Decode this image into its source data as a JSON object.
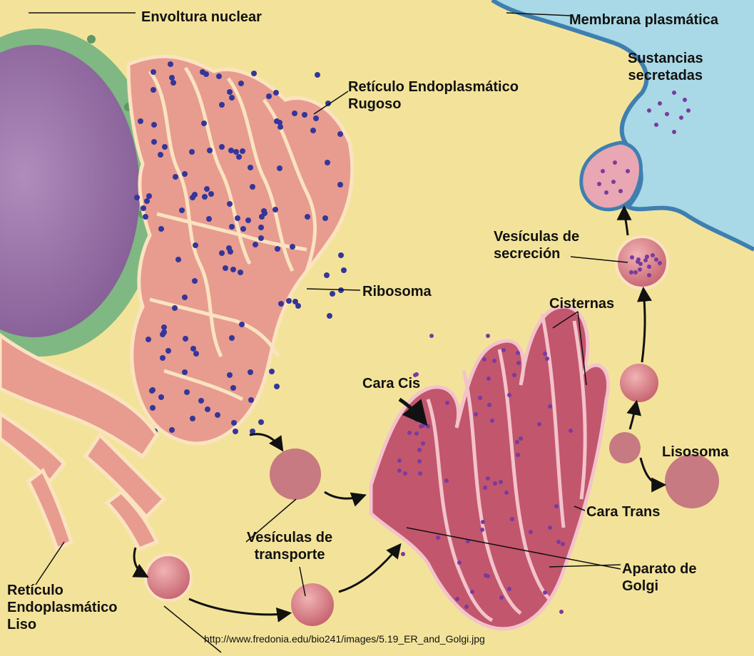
{
  "labels": {
    "nuclear_envelope": "Envoltura nuclear",
    "plasma_membrane": "Membrana plasmática",
    "secreted_substances": "Sustancias\nsecretadas",
    "rough_er": "Retículo Endoplasmático\nRugoso",
    "secretion_vesicles": "Vesículas de\nsecreción",
    "ribosome": "Ribosoma",
    "cisternae": "Cisternas",
    "cis_face": "Cara Cis",
    "lysosome": "Lisosoma",
    "trans_face": "Cara Trans",
    "transport_vesicles": "Vesículas de\ntransporte",
    "golgi_apparatus": "Aparato de\nGolgi",
    "smooth_er": "Retículo\nEndoplasmático\nLiso"
  },
  "source_url": "http://www.fredonia.edu/bio241/images/5.19_ER_and_Golgi.jpg",
  "colors": {
    "cytoplasm": "#f3e39a",
    "extracellular": "#a9d8e6",
    "membrane": "#3f7fb0",
    "nucleus": "#9a72a6",
    "nuclear_envelope": "#7fb882",
    "er_fill": "#e79c8f",
    "er_outline": "#fbe3c0",
    "ribosome": "#34369a",
    "golgi_fill": "#c2566d",
    "vesicle": "#c77a82",
    "cargo": "#7a3aa0",
    "arrow": "#111111"
  }
}
